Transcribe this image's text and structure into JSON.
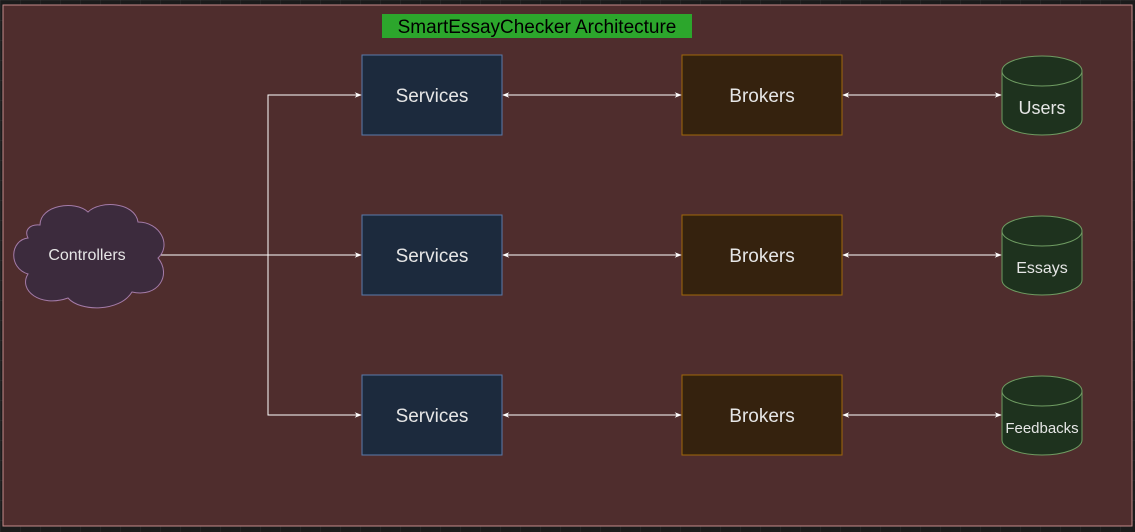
{
  "title": "SmartEssayChecker Architecture",
  "colors": {
    "container_fill": "#4f2d2d",
    "container_stroke": "#c48b8b",
    "title_highlight": "#2ca62c",
    "controller_fill": "#3c2b3d",
    "controller_stroke": "#a47ba8",
    "service_fill": "#1c2a3d",
    "service_stroke": "#5b7aab",
    "broker_fill": "#35220e",
    "broker_stroke": "#a0680b",
    "store_fill": "#1e321e",
    "store_stroke": "#6f9c62",
    "edge": "#ffffff"
  },
  "controller": {
    "label": "Controllers",
    "shape": "cloud"
  },
  "rows": [
    {
      "service": "Services",
      "broker": "Brokers",
      "store": "Users"
    },
    {
      "service": "Services",
      "broker": "Brokers",
      "store": "Essays"
    },
    {
      "service": "Services",
      "broker": "Brokers",
      "store": "Feedbacks"
    }
  ],
  "edges": [
    {
      "from": "Controllers",
      "to": "Services (row 1)",
      "arrow": "end"
    },
    {
      "from": "Controllers",
      "to": "Services (row 2)",
      "arrow": "end"
    },
    {
      "from": "Controllers",
      "to": "Services (row 3)",
      "arrow": "end"
    },
    {
      "from": "Services (row 1)",
      "to": "Brokers (row 1)",
      "arrow": "both"
    },
    {
      "from": "Services (row 2)",
      "to": "Brokers (row 2)",
      "arrow": "both"
    },
    {
      "from": "Services (row 3)",
      "to": "Brokers (row 3)",
      "arrow": "both"
    },
    {
      "from": "Brokers (row 1)",
      "to": "Users",
      "arrow": "both"
    },
    {
      "from": "Brokers (row 2)",
      "to": "Essays",
      "arrow": "both"
    },
    {
      "from": "Brokers (row 3)",
      "to": "Feedbacks",
      "arrow": "both"
    }
  ]
}
